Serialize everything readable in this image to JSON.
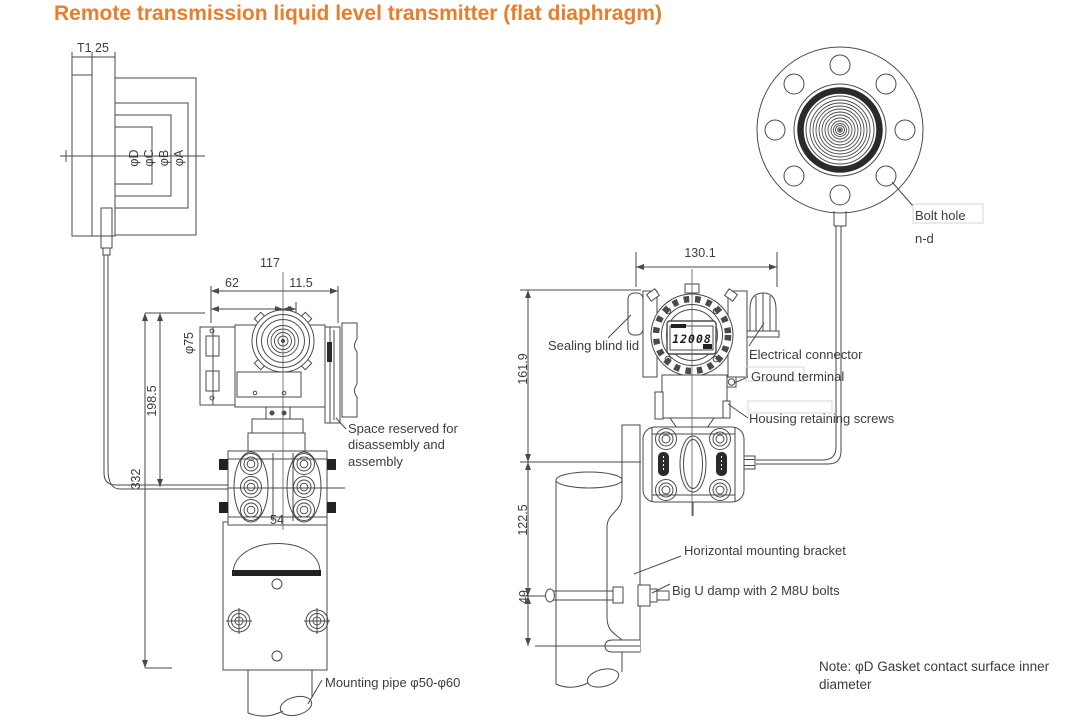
{
  "title": "Remote transmission liquid level transmitter (flat diaphragm)",
  "colors": {
    "accent": "#E87E2B",
    "ink": "#3D3D3D",
    "line": "#4A4A4A"
  },
  "flange_section": {
    "dim_t1": "T1",
    "dim_25": "25",
    "phi_d": "φD",
    "phi_c": "φC",
    "phi_b": "φB",
    "phi_a": "φA"
  },
  "flange_front": {
    "bolt_hole_label": "Bolt hole n-d"
  },
  "left_view": {
    "dims": {
      "overall_width": "117",
      "width_left": "62",
      "width_right": "11.5",
      "housing_dia": "φ75",
      "height_to_center": "198.5",
      "total_height": "332",
      "port_spacing": "54"
    },
    "labels": {
      "space_reserved": "Space reserved for disassembly and assembly",
      "mounting_pipe": "Mounting pipe φ50-φ60"
    }
  },
  "right_view": {
    "dims": {
      "overall_width": "130.1",
      "height_to_center": "161.9",
      "center_to_ubolt": "122.5",
      "ubolt_to_bottom": "49"
    },
    "display_value": "12008",
    "labels": {
      "sealing_blind_lid": "Sealing blind lid",
      "electrical_connector": "Electrical connector",
      "ground_terminal": "Ground terminal",
      "housing_retaining_screws": "Housing retaining screws",
      "horizontal_mounting_bracket": "Horizontal mounting bracket",
      "big_u_clamp": "Big U damp with 2 M8U bolts"
    }
  },
  "note": "Note:  φD Gasket contact surface inner diameter"
}
